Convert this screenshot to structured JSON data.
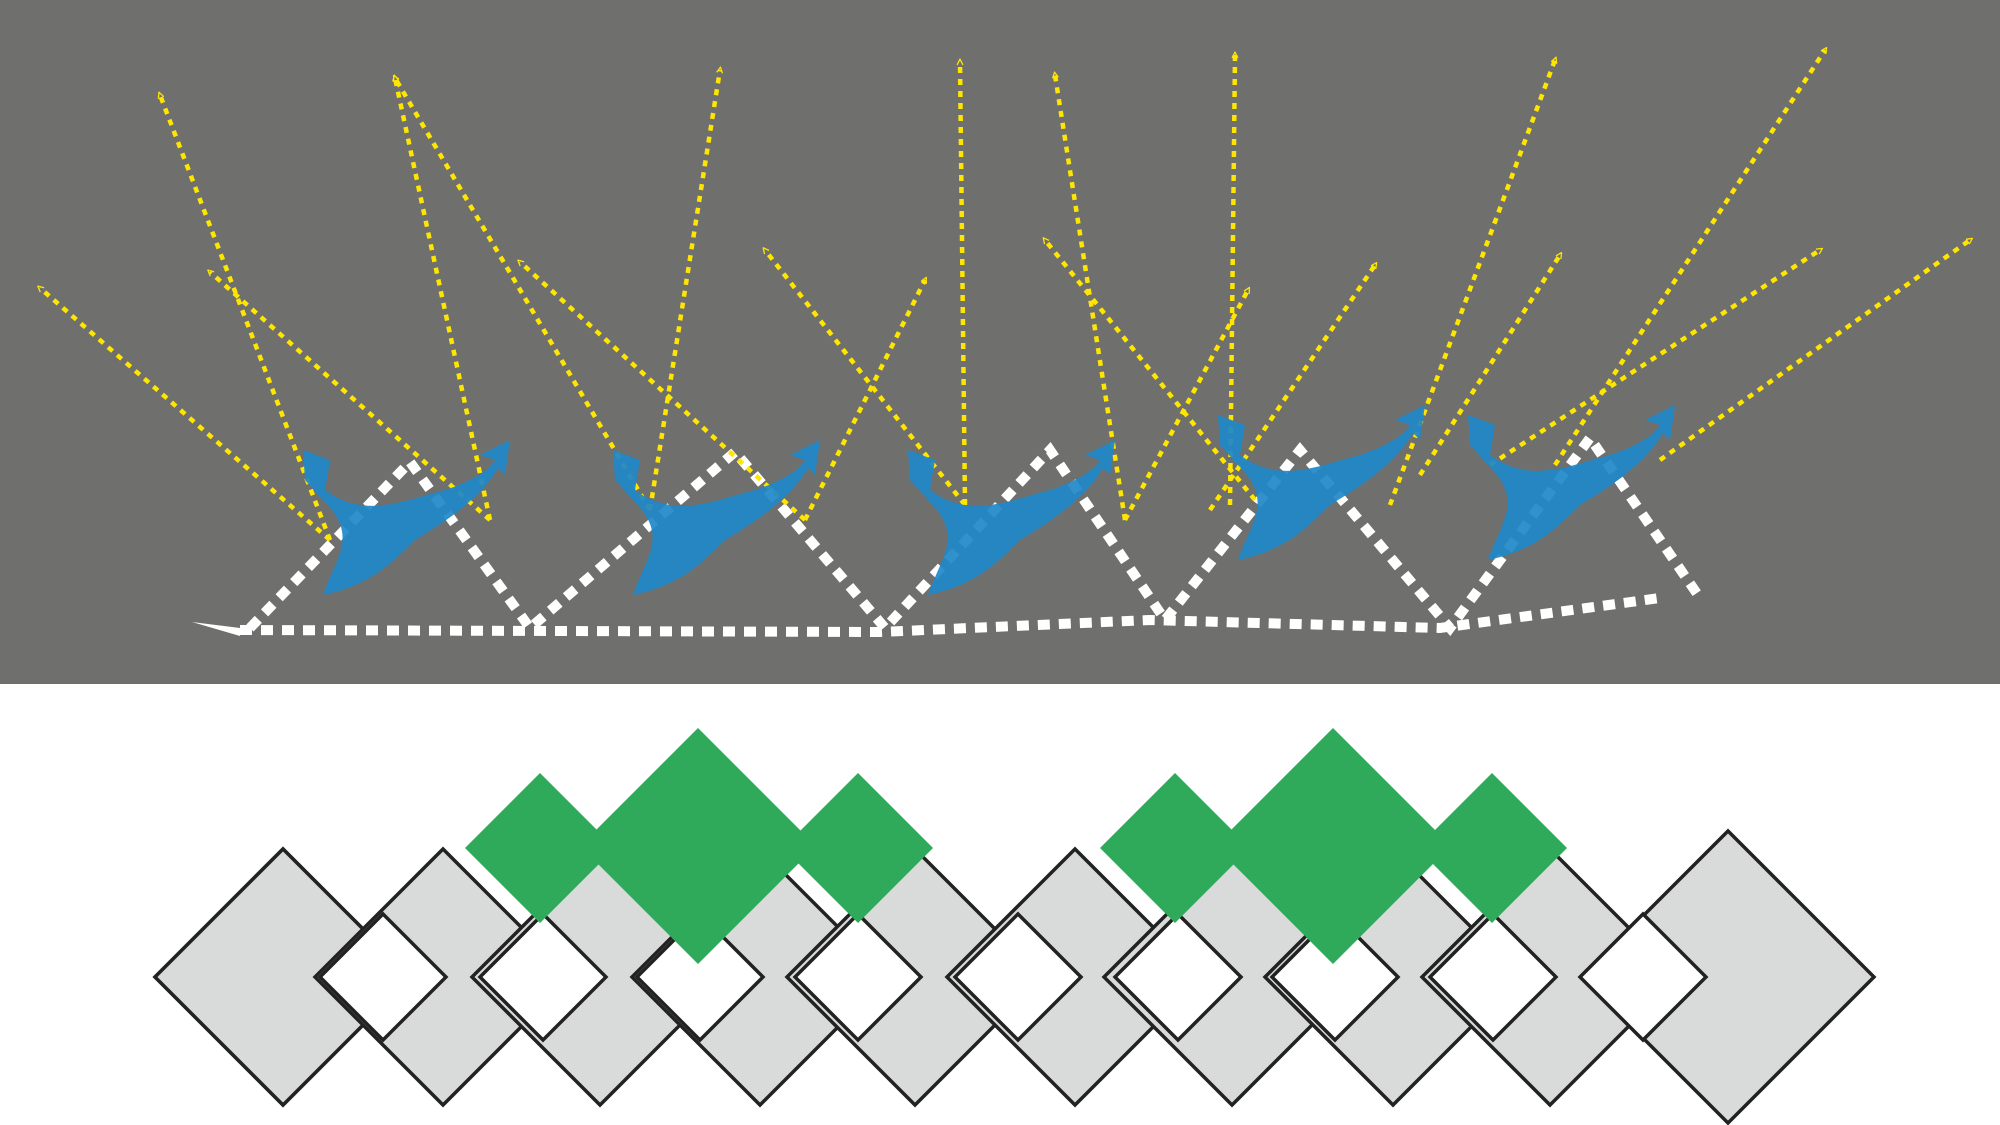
{
  "colors": {
    "panel_background": "#6f6f6e",
    "light_ray": "#ffe600",
    "absorber": "#1e88c8",
    "surface_outline": "#ffffff",
    "lattice_fill": "#d9dbda",
    "lattice_stroke": "#222222",
    "highlight_fill": "#2eaa5a",
    "lower_background": "#ffffff"
  },
  "icons": {
    "ray_arrowhead": "chevron-arrowhead-icon",
    "absorber_shape": "blue-splash-icon"
  },
  "counts": {
    "absorbers": 5,
    "ray_arrows": 20,
    "surface_peaks": 5,
    "lattice_cells": 12,
    "lattice_holes": 9,
    "highlight_groups": 2
  }
}
